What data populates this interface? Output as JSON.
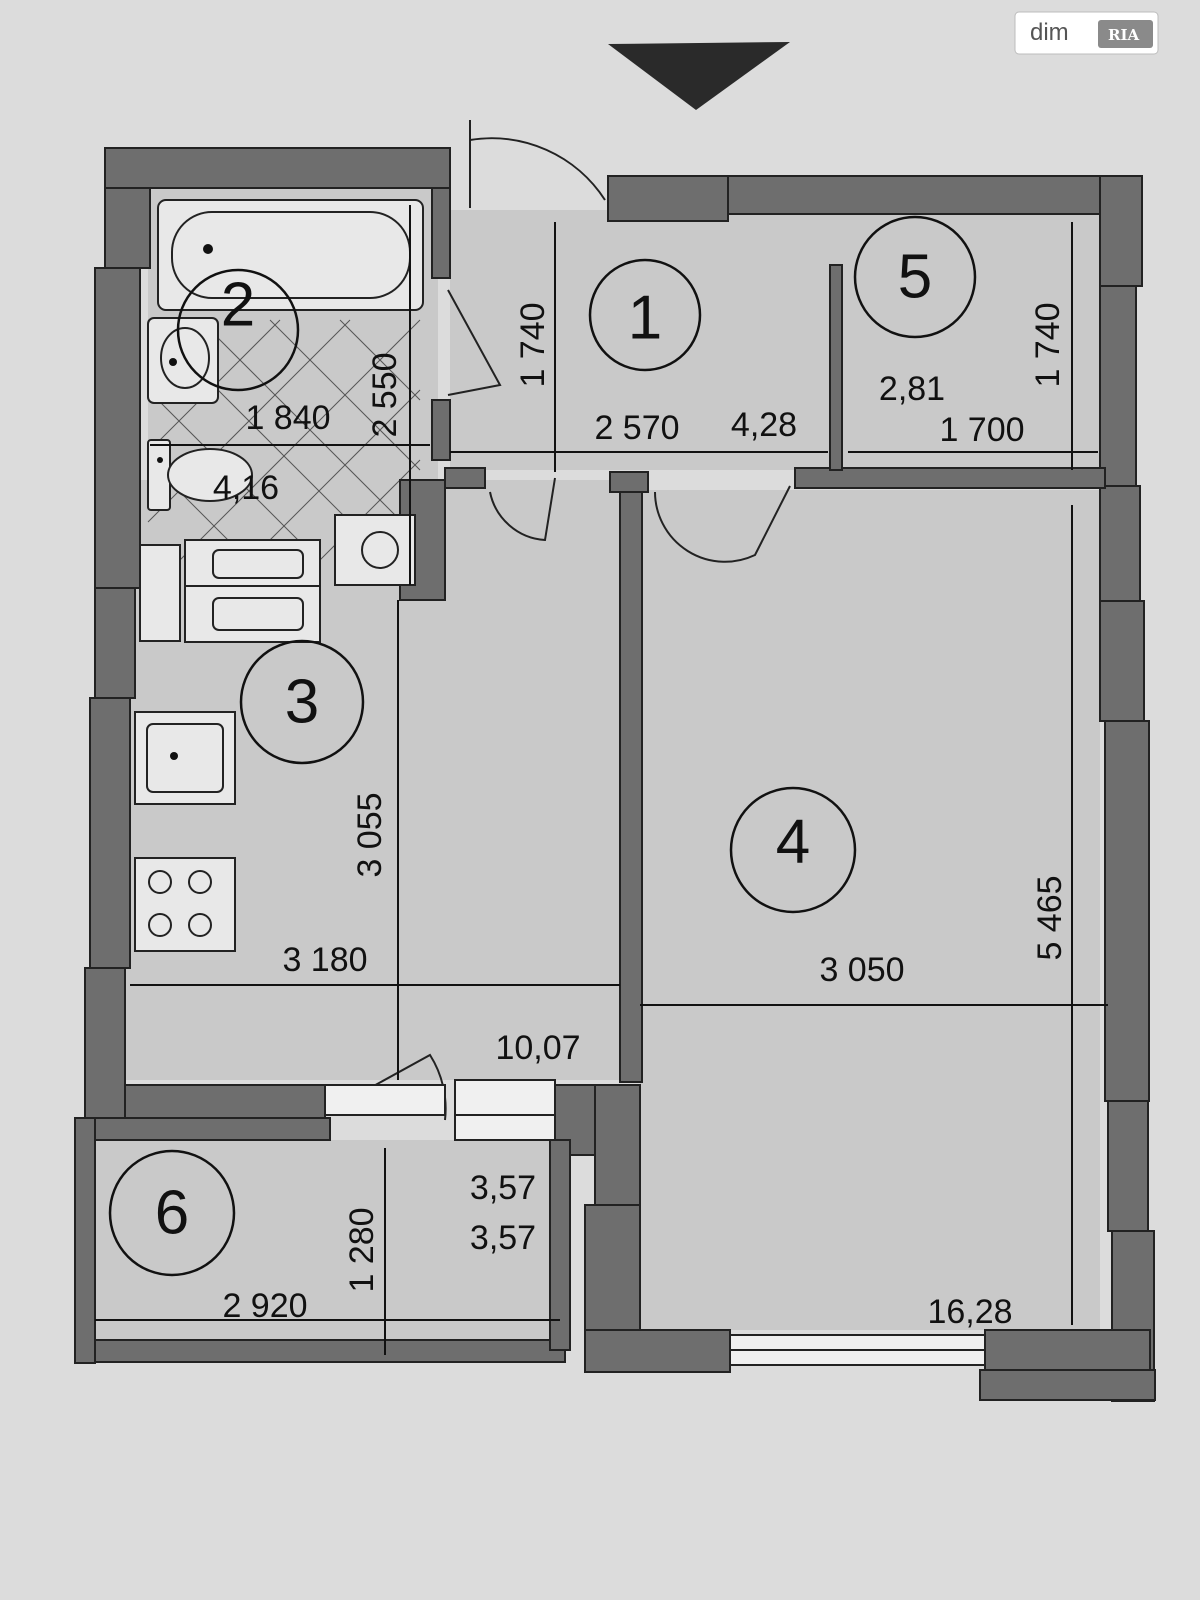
{
  "watermark": {
    "brand": "dim",
    "logo": "RIA"
  },
  "entrance_marker_icon": "triangle-down-icon",
  "rooms": [
    {
      "id": "1",
      "area": "4,28"
    },
    {
      "id": "2",
      "area": "4,16"
    },
    {
      "id": "3",
      "area": "10,07"
    },
    {
      "id": "4",
      "area": "16,28"
    },
    {
      "id": "5",
      "area": "2,81"
    },
    {
      "id": "6",
      "area": "3,57",
      "area_repeat": "3,57"
    }
  ],
  "dimensions": {
    "r1_width": "2 570",
    "r1_height": "1 740",
    "r2_width": "1 840",
    "r2_height": "2 550",
    "r3_width": "3 180",
    "r3_height": "3 055",
    "r4_width": "3 050",
    "r4_height": "5 465",
    "r5_width": "1 700",
    "r5_height": "1 740",
    "r6_width": "2 920",
    "r6_height": "1 280"
  },
  "colors": {
    "wall": "#6e6e6e",
    "floor": "#c9c9c9",
    "background": "#dcdcdc"
  }
}
